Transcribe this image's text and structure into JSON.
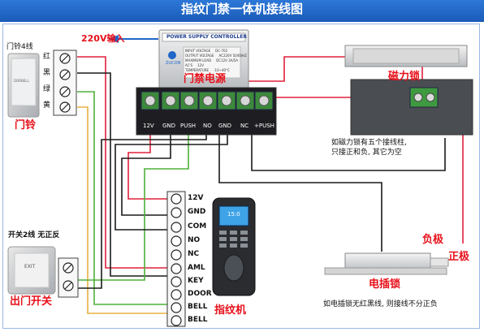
{
  "title": "指纹门禁一体机接线图",
  "power_supply": {
    "name": "门禁电源",
    "label": "POWER SUPPLY CONTROLLER",
    "brand": "ZUCON",
    "spec_lines": [
      "INPUT VOLTAGE",
      "OUTPUT VOLTAGE",
      "MAXIMUM LOAD",
      "AC'S",
      "TEMPERATURE"
    ],
    "spec_values": [
      "DC-702",
      "AC220V 50/60HZ",
      "DC12V 3A/5A",
      "12V",
      "-10~40°C"
    ],
    "terminals": [
      "12V",
      "GND",
      "PUSH",
      "NO",
      "GND",
      "NC",
      "+PUSH"
    ],
    "input_label": "220V输入"
  },
  "doorbell": {
    "name": "门铃",
    "wire_count": "门铃4线",
    "wire_colors": [
      "红",
      "黑",
      "绿",
      "黄"
    ],
    "brand": "DORBELL"
  },
  "mag_lock": {
    "name": "磁力锁",
    "note_line1": "如磁力锁有五个接线柱,",
    "note_line2": "只接正和负, 其它为空"
  },
  "exit_button": {
    "name": "出门开关",
    "note": "开关2线 无正反",
    "button_text": "EXIT"
  },
  "fingerprint": {
    "name": "指纹机",
    "terminals": [
      "12V",
      "GND",
      "COM",
      "NO",
      "NC",
      "AML",
      "KEY",
      "DOOR",
      "BELL",
      "BELL"
    ],
    "screen_time": "15:0"
  },
  "electric_lock": {
    "name": "电插锁",
    "negative": "负极",
    "positive": "正极",
    "note": "如电插锁无红黑线, 则接线不分正负"
  },
  "colors": {
    "accent_red": "#e8101a",
    "wire_red": "#e0203a",
    "wire_black": "#1a1a1a",
    "wire_green": "#4fb03a",
    "wire_yellow": "#e8b040",
    "banner_blue": "#1f66c8"
  }
}
